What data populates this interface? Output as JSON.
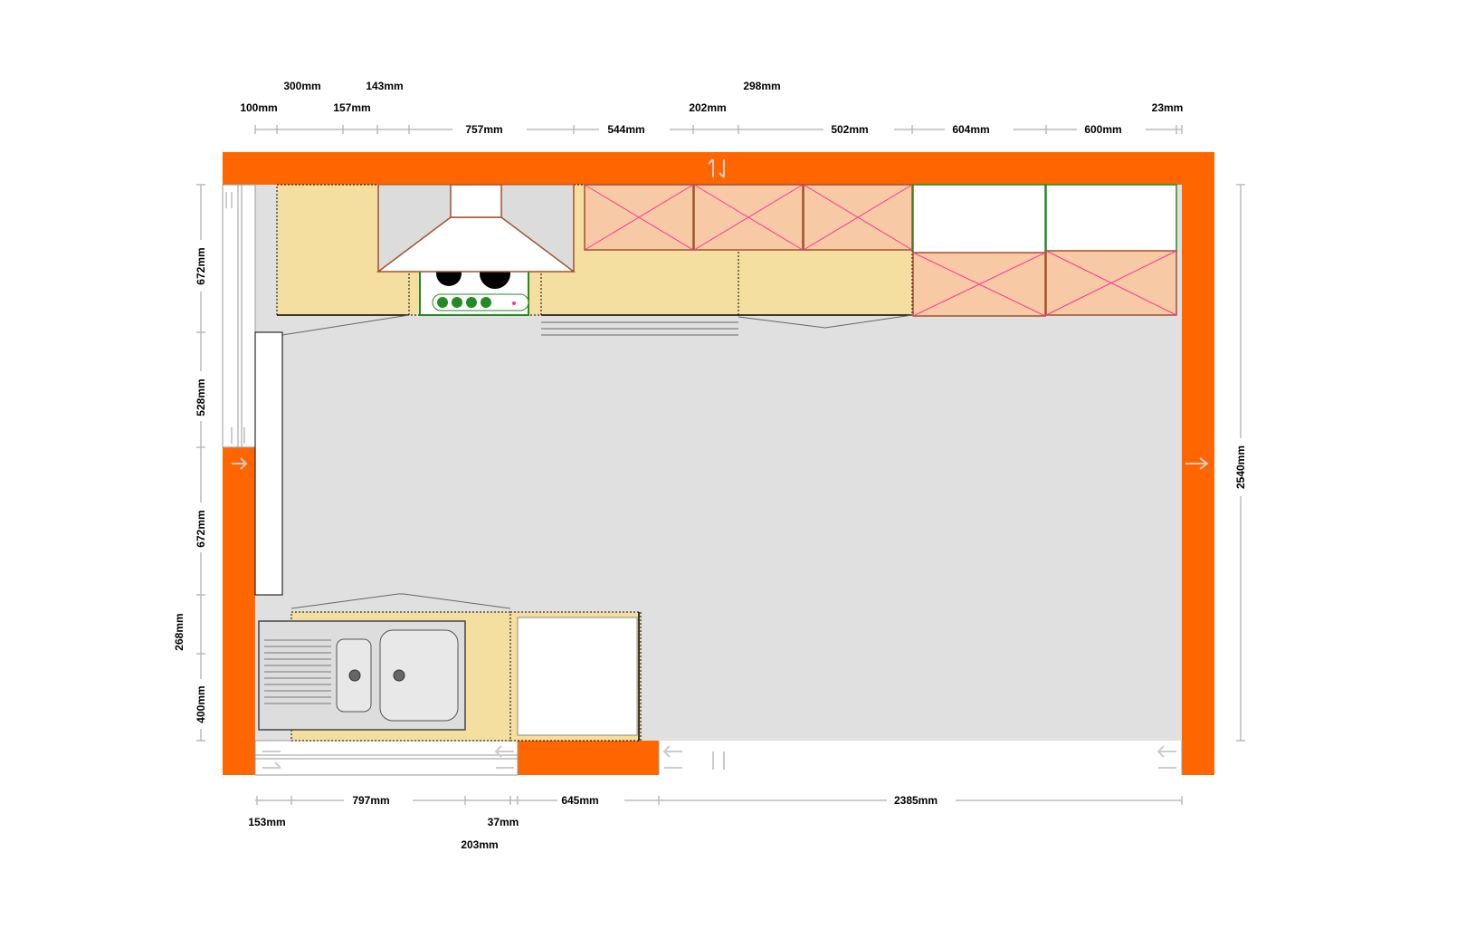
{
  "colors": {
    "wall": "#ff6600",
    "floor": "#e0e0e0",
    "worktop": "#f5dfa0",
    "wall_cabinet": "#f7c9a4",
    "cabinet_cross": "#ff3399",
    "cabinet_edge": "#a0522d",
    "appliance_edge": "#228b22",
    "dim_line": "#bbbbbb",
    "text": "#000000"
  },
  "top_row_1": [
    "300mm",
    "143mm",
    "298mm"
  ],
  "top_row_2": [
    "100mm",
    "157mm",
    "202mm",
    "23mm"
  ],
  "top_row_3": [
    "757mm",
    "544mm",
    "502mm",
    "604mm",
    "600mm"
  ],
  "bottom_row_1": [
    "797mm",
    "645mm",
    "2385mm"
  ],
  "bottom_row_2": [
    "153mm",
    "37mm"
  ],
  "bottom_row_3": [
    "203mm"
  ],
  "left_dims": [
    "672mm",
    "528mm",
    "672mm",
    "268mm",
    "400mm"
  ],
  "right_dims": [
    "2540mm"
  ],
  "icons": [
    "door-swing-arrow-icon",
    "sink-icon",
    "hob-icon",
    "cooker-hood-icon"
  ]
}
